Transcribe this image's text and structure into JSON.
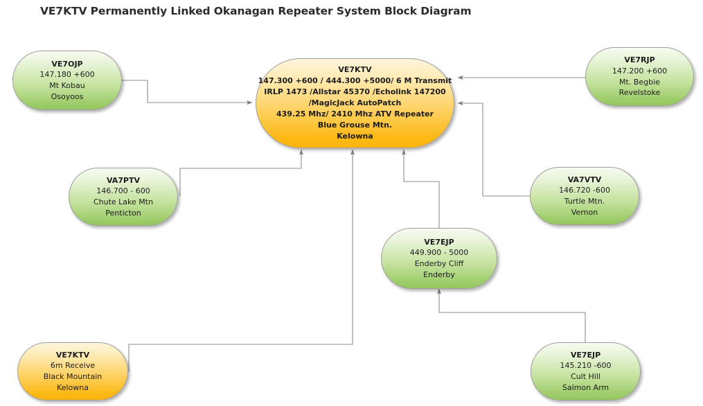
{
  "title": "VE7KTV Permanently Linked Okanagan Repeater System Block Diagram",
  "colors": {
    "amber_fill_top": "#fdf5da",
    "amber_fill_bottom": "#fcb813",
    "green_fill_top": "#f7fbf1",
    "green_fill_bottom": "#9ccb68",
    "node_border": "#9e9e9e",
    "connector": "#8c8c8c",
    "text": "#1c1c1c",
    "title_text": "#2b2b2b",
    "background": "#ffffff"
  },
  "nodes": {
    "ve7ojp": {
      "callsign": "VE7OJP",
      "frequency": "147.180 +600",
      "site": "Mt Kobau",
      "location": "Osoyoos",
      "fill": "green"
    },
    "ve7ktv_hub": {
      "callsign": "VE7KTV",
      "line2": "147.300 +600 / 444.300 +5000/ 6 M Transmit",
      "line3": "IRLP 1473 /Allstar 45370 /Echolink 147200",
      "line4": "/MagicJack AutoPatch",
      "line5": "439.25 Mhz/ 2410 Mhz ATV Repeater",
      "site": "Blue Grouse Mtn.",
      "location": "Kelowna",
      "fill": "amber"
    },
    "ve7rjp": {
      "callsign": "VE7RJP",
      "frequency": "147.200 +600",
      "site": "Mt. Begbie",
      "location": "Revelstoke",
      "fill": "green"
    },
    "va7ptv": {
      "callsign": "VA7PTV",
      "frequency": "146.700 - 600",
      "site": "Chute Lake Mtn",
      "location": "Penticton",
      "fill": "green"
    },
    "va7vtv": {
      "callsign": "VA7VTV",
      "frequency": "146.720 -600",
      "site": "Turtle Mtn.",
      "location": "Vernon",
      "fill": "green"
    },
    "ve7ejp_enderby": {
      "callsign": "VE7EJP",
      "frequency": "449.900 - 5000",
      "site": "Enderby Cliff",
      "location": "Enderby",
      "fill": "green"
    },
    "ve7ktv_6m": {
      "callsign": "VE7KTV",
      "frequency": "6m Receive",
      "site": "Black Mountain",
      "location": "Kelowna",
      "fill": "amber"
    },
    "ve7ejp_salmonarm": {
      "callsign": "VE7EJP",
      "frequency": "145.210 -600",
      "site": "Cult Hill",
      "location": "Salmon Arm",
      "fill": "green"
    }
  },
  "connections": [
    {
      "id": "ve7ojp-to-hub",
      "from": "ve7ojp",
      "to": "ve7ktv_hub",
      "direction": "right"
    },
    {
      "id": "ve7rjp-to-hub",
      "from": "ve7rjp",
      "to": "ve7ktv_hub",
      "direction": "left"
    },
    {
      "id": "va7vtv-to-hub",
      "from": "va7vtv",
      "to": "ve7ktv_hub",
      "direction": "left"
    },
    {
      "id": "va7ptv-to-hub",
      "from": "va7ptv",
      "to": "ve7ktv_hub",
      "direction": "up"
    },
    {
      "id": "ve7ktv6m-to-hub",
      "from": "ve7ktv_6m",
      "to": "ve7ktv_hub",
      "direction": "up"
    },
    {
      "id": "ve7ejp-enderby-to-hub",
      "from": "ve7ejp_enderby",
      "to": "ve7ktv_hub",
      "direction": "up"
    },
    {
      "id": "ve7ejp-salmonarm-to-enderby",
      "from": "ve7ejp_salmonarm",
      "to": "ve7ejp_enderby",
      "direction": "up"
    }
  ]
}
